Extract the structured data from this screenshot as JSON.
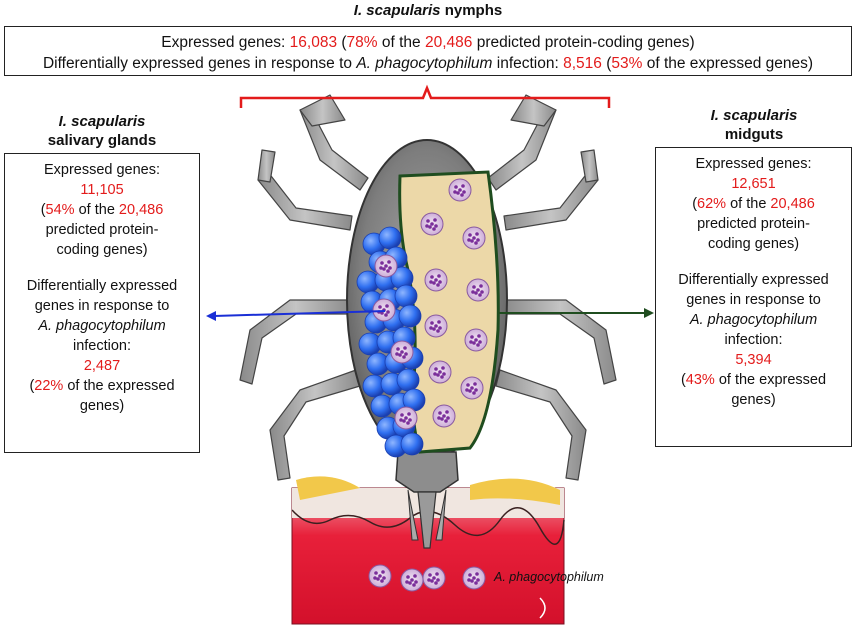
{
  "top": {
    "title_species": "I. scapularis",
    "title_rest": "nymphs",
    "line1_a": "Expressed genes: ",
    "line1_v1": "16,083",
    "line1_b": "  (",
    "line1_v2": "78%",
    "line1_c": " of the ",
    "line1_v3": "20,486",
    "line1_d": " predicted protein-coding genes)",
    "line2_a": "Differentially expressed genes in response to ",
    "line2_pathogen": "A. phagocytophilum",
    "line2_b": " infection: ",
    "line2_v1": "8,516",
    "line2_c": " (",
    "line2_v2": "53%",
    "line2_d": " of the expressed genes)"
  },
  "left": {
    "header_species": "I. scapularis",
    "header_tissue": "salivary glands",
    "expressed_label": "Expressed genes:",
    "expressed_value": "11,105",
    "pct_open": "(",
    "pct_value": "54%",
    "pct_rest": " of the ",
    "total_value": "20,486",
    "pred_line1": "predicted protein-",
    "pred_line2": "coding genes)",
    "de_line1": "Differentially expressed",
    "de_line2": "genes in response to",
    "de_pathogen": "A. phagocytophilum",
    "de_line4": "infection:",
    "de_value": "2,487",
    "de_pct_open": "(",
    "de_pct_value": "22%",
    "de_pct_rest": " of the expressed",
    "de_pct_last": "genes)"
  },
  "right": {
    "header_species": "I. scapularis",
    "header_tissue": "midguts",
    "expressed_label": "Expressed genes:",
    "expressed_value": "12,651",
    "pct_open": "(",
    "pct_value": "62%",
    "pct_rest": " of the ",
    "total_value": "20,486",
    "pred_line1": "predicted protein-",
    "pred_line2": "coding genes)",
    "de_line1": "Differentially expressed",
    "de_line2": "genes in response to",
    "de_pathogen": "A. phagocytophilum",
    "de_line4": "infection:",
    "de_value": "5,394",
    "de_pct_open": "(",
    "de_pct_value": "43%",
    "de_pct_rest": " of the expressed",
    "de_pct_last": "genes)"
  },
  "pathogen_label": "A. phagocytophilum",
  "colors": {
    "highlight": "#e31b1b",
    "salivary_arrow": "#1a2fd6",
    "midgut_arrow": "#1f4d1f",
    "salivary_gland": "#2f6ff0",
    "midgut": "#ecd8a8",
    "tick_body": "#7a7a7a",
    "skin": "#e8203a"
  }
}
